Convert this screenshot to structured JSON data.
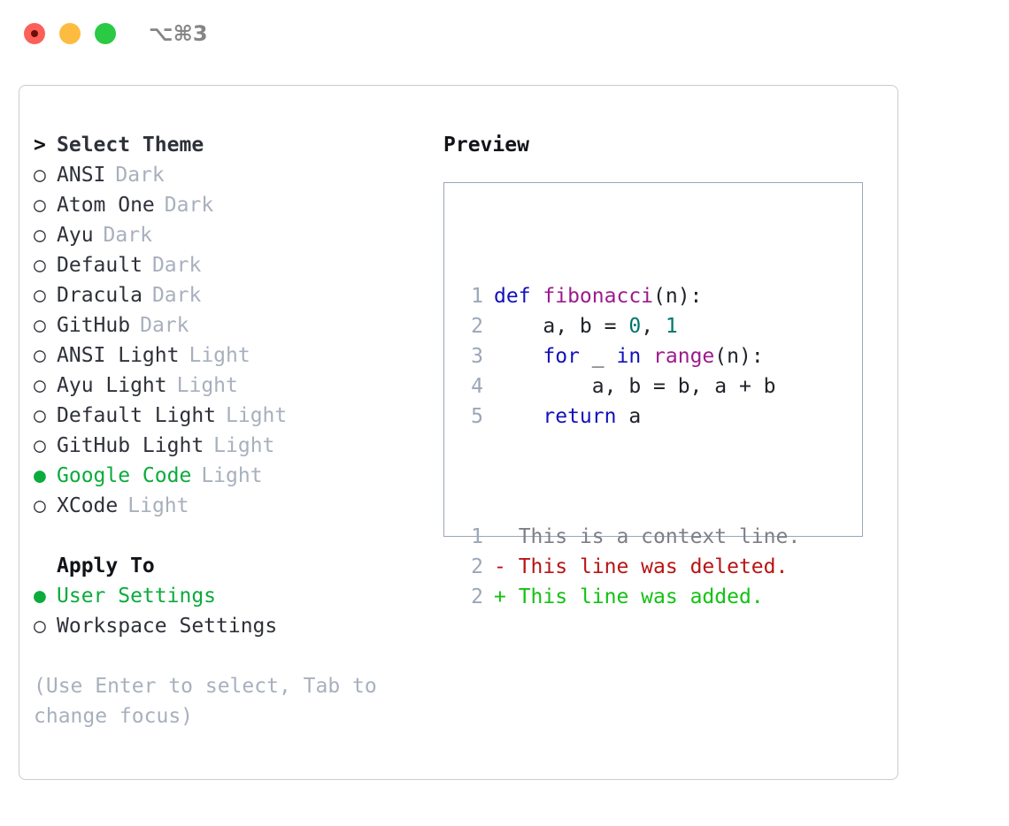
{
  "titlebar": {
    "shortcut": "⌥⌘3",
    "controls": [
      {
        "name": "close",
        "color": "#fc6058"
      },
      {
        "name": "minimize",
        "color": "#fdbc40"
      },
      {
        "name": "zoom",
        "color": "#2aca44"
      }
    ]
  },
  "theme_list": {
    "header": {
      "marker": ">",
      "label": "Select Theme"
    },
    "items": [
      {
        "marker": "○",
        "name": "ANSI",
        "variant": "Dark",
        "selected": false
      },
      {
        "marker": "○",
        "name": "Atom One",
        "variant": "Dark",
        "selected": false
      },
      {
        "marker": "○",
        "name": "Ayu",
        "variant": "Dark",
        "selected": false
      },
      {
        "marker": "○",
        "name": "Default",
        "variant": "Dark",
        "selected": false
      },
      {
        "marker": "○",
        "name": "Dracula",
        "variant": "Dark",
        "selected": false
      },
      {
        "marker": "○",
        "name": "GitHub",
        "variant": "Dark",
        "selected": false
      },
      {
        "marker": "○",
        "name": "ANSI Light",
        "variant": "Light",
        "selected": false
      },
      {
        "marker": "○",
        "name": "Ayu Light",
        "variant": "Light",
        "selected": false
      },
      {
        "marker": "○",
        "name": "Default Light",
        "variant": "Light",
        "selected": false
      },
      {
        "marker": "○",
        "name": "GitHub Light",
        "variant": "Light",
        "selected": false
      },
      {
        "marker": "●",
        "name": "Google Code",
        "variant": "Light",
        "selected": true
      },
      {
        "marker": "○",
        "name": "XCode",
        "variant": "Light",
        "selected": false
      }
    ]
  },
  "apply_to": {
    "title": "Apply To",
    "items": [
      {
        "marker": "●",
        "name": "User Settings",
        "selected": true
      },
      {
        "marker": "○",
        "name": "Workspace Settings",
        "selected": false
      }
    ]
  },
  "hint": "(Use Enter to select, Tab to change focus)",
  "preview": {
    "title": "Preview",
    "code_lines": [
      {
        "n": "1",
        "tokens": [
          {
            "t": "def ",
            "c": "kw"
          },
          {
            "t": "fibonacci",
            "c": "fn"
          },
          {
            "t": "(n):",
            "c": "pl"
          }
        ]
      },
      {
        "n": "2",
        "tokens": [
          {
            "t": "    a, b = ",
            "c": "pl"
          },
          {
            "t": "0",
            "c": "num"
          },
          {
            "t": ", ",
            "c": "pl"
          },
          {
            "t": "1",
            "c": "num"
          }
        ]
      },
      {
        "n": "3",
        "tokens": [
          {
            "t": "    ",
            "c": "pl"
          },
          {
            "t": "for",
            "c": "kw"
          },
          {
            "t": " _ ",
            "c": "pl"
          },
          {
            "t": "in",
            "c": "kw"
          },
          {
            "t": " ",
            "c": "pl"
          },
          {
            "t": "range",
            "c": "fn"
          },
          {
            "t": "(n):",
            "c": "pl"
          }
        ]
      },
      {
        "n": "4",
        "tokens": [
          {
            "t": "        a, b = b, a + b",
            "c": "pl"
          }
        ]
      },
      {
        "n": "5",
        "tokens": [
          {
            "t": "    ",
            "c": "pl"
          },
          {
            "t": "return",
            "c": "kw"
          },
          {
            "t": " a",
            "c": "pl"
          }
        ]
      }
    ],
    "diff_lines": [
      {
        "n": "1",
        "sign": " ",
        "text": "This is a context line.",
        "kind": "ctx"
      },
      {
        "n": "2",
        "sign": "-",
        "text": "This line was deleted.",
        "kind": "del"
      },
      {
        "n": "2",
        "sign": "+",
        "text": "This line was added.",
        "kind": "add"
      }
    ]
  },
  "colors": {
    "accent_green": "#0bab3c",
    "muted": "#a8b0bd",
    "keyword": "#1111bb",
    "function": "#9c1b8c",
    "number": "#00756b",
    "diff_delete": "#b81414",
    "diff_add": "#12c212",
    "panel_border": "#c9ccd4",
    "preview_border": "#9aa7b8"
  }
}
